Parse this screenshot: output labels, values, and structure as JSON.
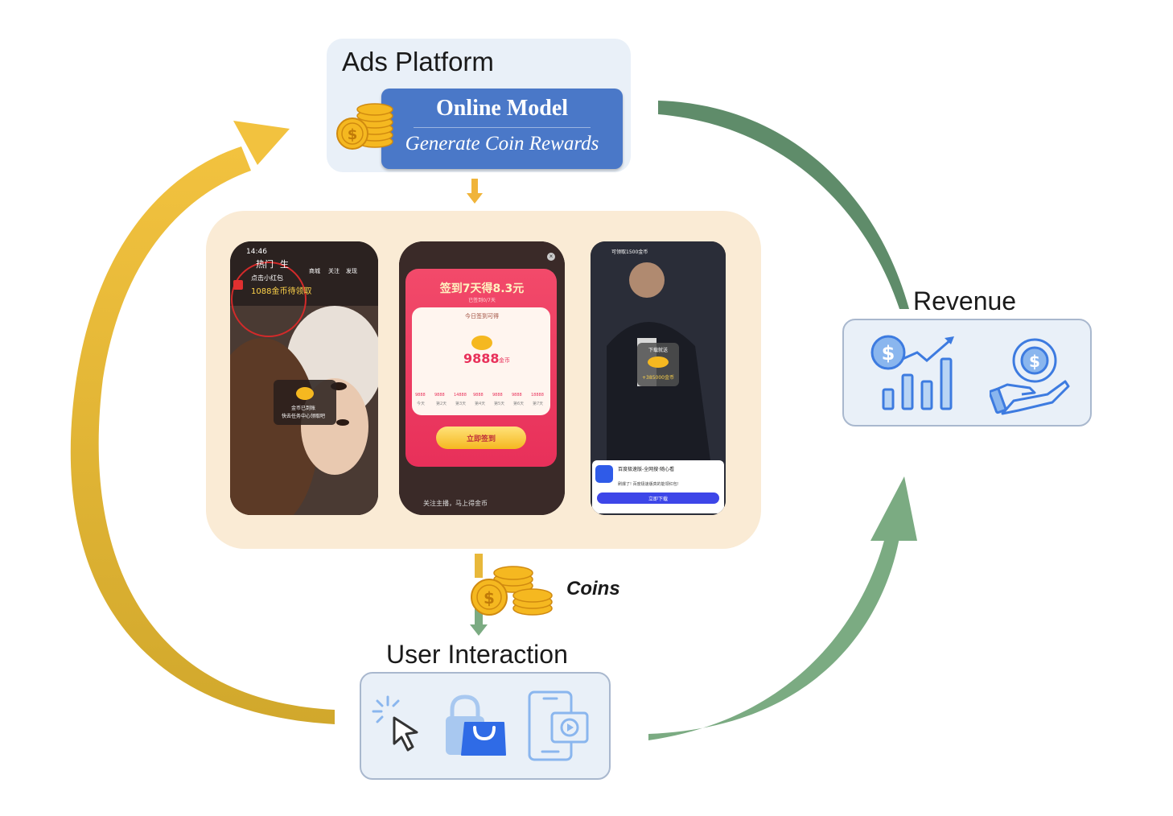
{
  "ads_platform": {
    "title": "Ads Platform",
    "model_title": "Online Model",
    "model_subtitle": "Generate Coin Rewards"
  },
  "coins_label": "Coins",
  "revenue": {
    "title": "Revenue"
  },
  "user_interaction": {
    "title": "User Interaction"
  },
  "screens": {
    "phone1": {
      "time": "14:46",
      "tabs": [
        "热门",
        "生",
        "商城",
        "关注",
        "发现"
      ],
      "hint": "点击小红包",
      "coins_pending": "1088金币待领取",
      "toast_line1": "金币已到账",
      "toast_line2": "快去任务中心领取吧"
    },
    "phone2": {
      "headline": "签到7天得8.3元",
      "sub": "已签到0/7天",
      "today": "今日签到可得",
      "amount": "9888",
      "unit": "金币",
      "day_values": [
        "9888",
        "9888",
        "14888",
        "9888",
        "9888",
        "9888",
        "18888"
      ],
      "day_labels": [
        "今天",
        "第2天",
        "第3天",
        "第4天",
        "第5天",
        "第6天",
        "第7天"
      ],
      "button": "立即签到",
      "footer": "关注主播，马上得金币"
    },
    "phone3": {
      "top_bar": "可领取1500金币",
      "badge_title": "下载就送",
      "badge_amount": "+385000金币",
      "app_name": "百度极速版-全网搜·随心看",
      "ad_desc": "刷爆了! 百度极速版真的能领红包!",
      "button": "立即下载"
    }
  },
  "colors": {
    "gold_arrow": "#e8b83a",
    "dark_green_arrow": "#5f8c6a",
    "light_green_arrow": "#7bab82",
    "model_blue": "#4a78c8",
    "panel_beige": "#faebd5",
    "box_light_blue": "#e9f0f8",
    "icon_blue": "#3d7be0"
  }
}
